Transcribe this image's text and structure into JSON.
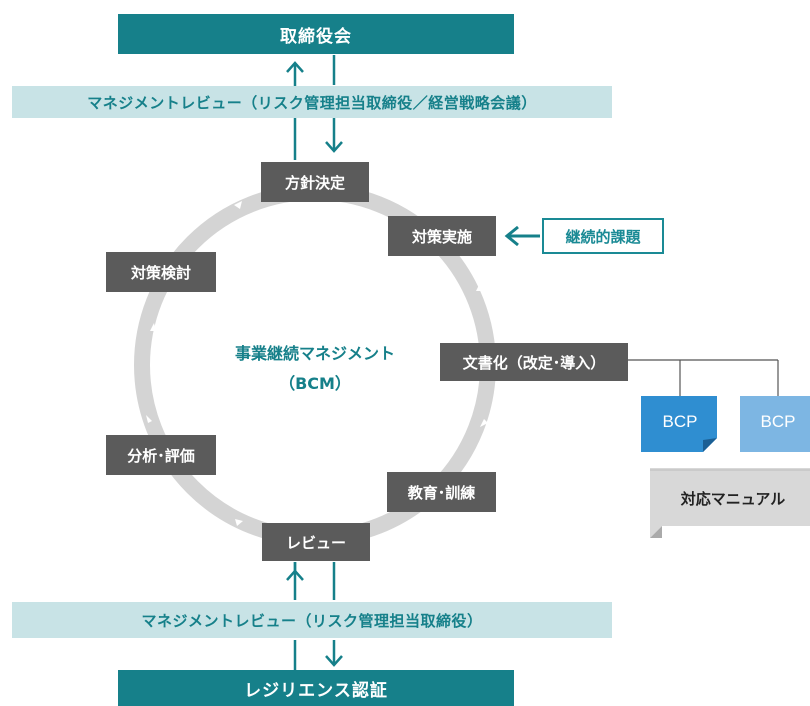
{
  "top_bar": {
    "label": "取締役会"
  },
  "top_review": {
    "label": "マネジメントレビュー（リスク管理担当取締役／経営戦略会議）"
  },
  "cycle": {
    "center_line1": "事業継続マネジメント",
    "center_line2": "（BCM）",
    "steps": {
      "policy": "方針決定",
      "implement": "対策実施",
      "document": "文書化（改定･導入）",
      "training": "教育･訓練",
      "review": "レビュー",
      "analysis": "分析･評価",
      "plan": "対策検討"
    }
  },
  "continuing_issue": {
    "label": "継続的課題"
  },
  "documents": {
    "bcp1": "BCP",
    "bcp2": "BCP",
    "manual": "対応マニュアル"
  },
  "bottom_review": {
    "label": "マネジメントレビュー（リスク管理担当取締役）"
  },
  "bottom_bar": {
    "label": "レジリエンス認証"
  },
  "colors": {
    "teal": "#16808a",
    "light_teal": "#c8e3e6",
    "step_gray": "#5b5b5b",
    "ring_gray": "#d4d4d4",
    "bcp_blue_dark": "#2f8ed1",
    "bcp_blue_light": "#7db6e3"
  }
}
